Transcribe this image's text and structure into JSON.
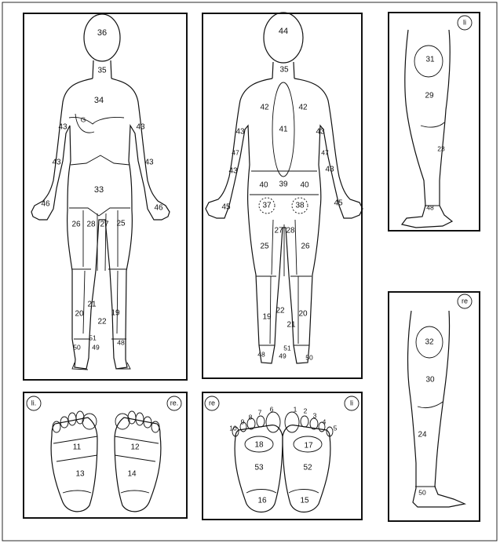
{
  "side_labels": {
    "left_leg_panel": "li",
    "right_leg_panel": "re",
    "top_feet_left": "li.",
    "top_feet_right": "re.",
    "sole_left": "re",
    "sole_right": "li"
  },
  "front": {
    "head": "36",
    "neck": "35",
    "chest": "34",
    "breast": "G",
    "upper_arm_l": "43",
    "upper_arm_r": "43",
    "forearm_l": "43",
    "forearm_r": "43",
    "abdomen": "33",
    "hand_l": "46",
    "hand_r": "46",
    "thigh_outer_l": "26",
    "thigh_inner_l": "28",
    "thigh_inner_r": "27",
    "thigh_outer_r": "25",
    "shin_l": "20",
    "calf_inner_l": "21",
    "calf_inner_r": "22",
    "shin_r": "19",
    "ankle_inner": "51",
    "ankle_l": "50",
    "ankle_mid": "49",
    "ankle_r": "48"
  },
  "back": {
    "head": "44",
    "neck": "35",
    "scapula_l": "42",
    "scapula_r": "42",
    "spine": "41",
    "arm_l": "43",
    "arm_r": "43",
    "elbow_l": "47",
    "elbow_r": "47",
    "forearm_l": "43",
    "forearm_r": "43",
    "hand_l": "45",
    "hand_r": "45",
    "lumbar_l": "40",
    "sacrum": "39",
    "lumbar_r": "40",
    "buttock_l": "37",
    "buttock_r": "38",
    "thigh_outer_l": "25",
    "thigh_inner_l": "27",
    "thigh_inner_r": "28",
    "thigh_outer_r": "26",
    "calf_outer_l": "19",
    "calf_inner_l": "22",
    "calf_inner_r": "21",
    "calf_outer_r": "20",
    "heel_inner": "51",
    "ankle_l": "48",
    "ankle_mid": "49",
    "ankle_r": "50"
  },
  "leg_left": {
    "hip_circle": "31",
    "thigh": "29",
    "calf": "23",
    "ankle": "48"
  },
  "leg_right": {
    "hip_circle": "32",
    "thigh": "30",
    "calf": "24",
    "ankle": "50"
  },
  "feet_top": {
    "forefoot_l": "11",
    "forefoot_r": "12",
    "midfoot_l": "13",
    "midfoot_r": "14"
  },
  "soles": {
    "toes_left": [
      "10",
      "9",
      "8",
      "7",
      "6"
    ],
    "toes_right": [
      "1",
      "2",
      "3",
      "4",
      "5"
    ],
    "ball_l": "18",
    "ball_r": "17",
    "arch_l": "53",
    "arch_r": "52",
    "heel_l": "16",
    "heel_r": "15"
  }
}
